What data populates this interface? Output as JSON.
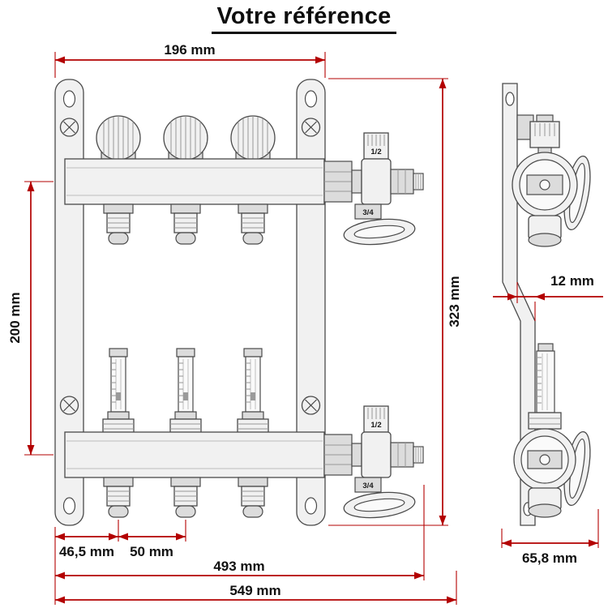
{
  "title": "Votre référence",
  "colors": {
    "dim": "#b30000",
    "ink": "#111111",
    "part_stroke": "#4a4a4a",
    "part_fill": "#f1f1f1",
    "bg": "#ffffff"
  },
  "dimensions": {
    "top_width": "196 mm",
    "left_height": "200 mm",
    "right_height": "323 mm",
    "plate_offset": "12 mm",
    "first_outlet_offset": "46,5 mm",
    "outlet_spacing": "50 mm",
    "inner_width": "493 mm",
    "total_width": "549 mm",
    "depth": "65,8 mm"
  },
  "valves": {
    "top_valve": "1/2",
    "top_union": "3/4",
    "bottom_valve": "1/2",
    "bottom_union": "3/4"
  }
}
